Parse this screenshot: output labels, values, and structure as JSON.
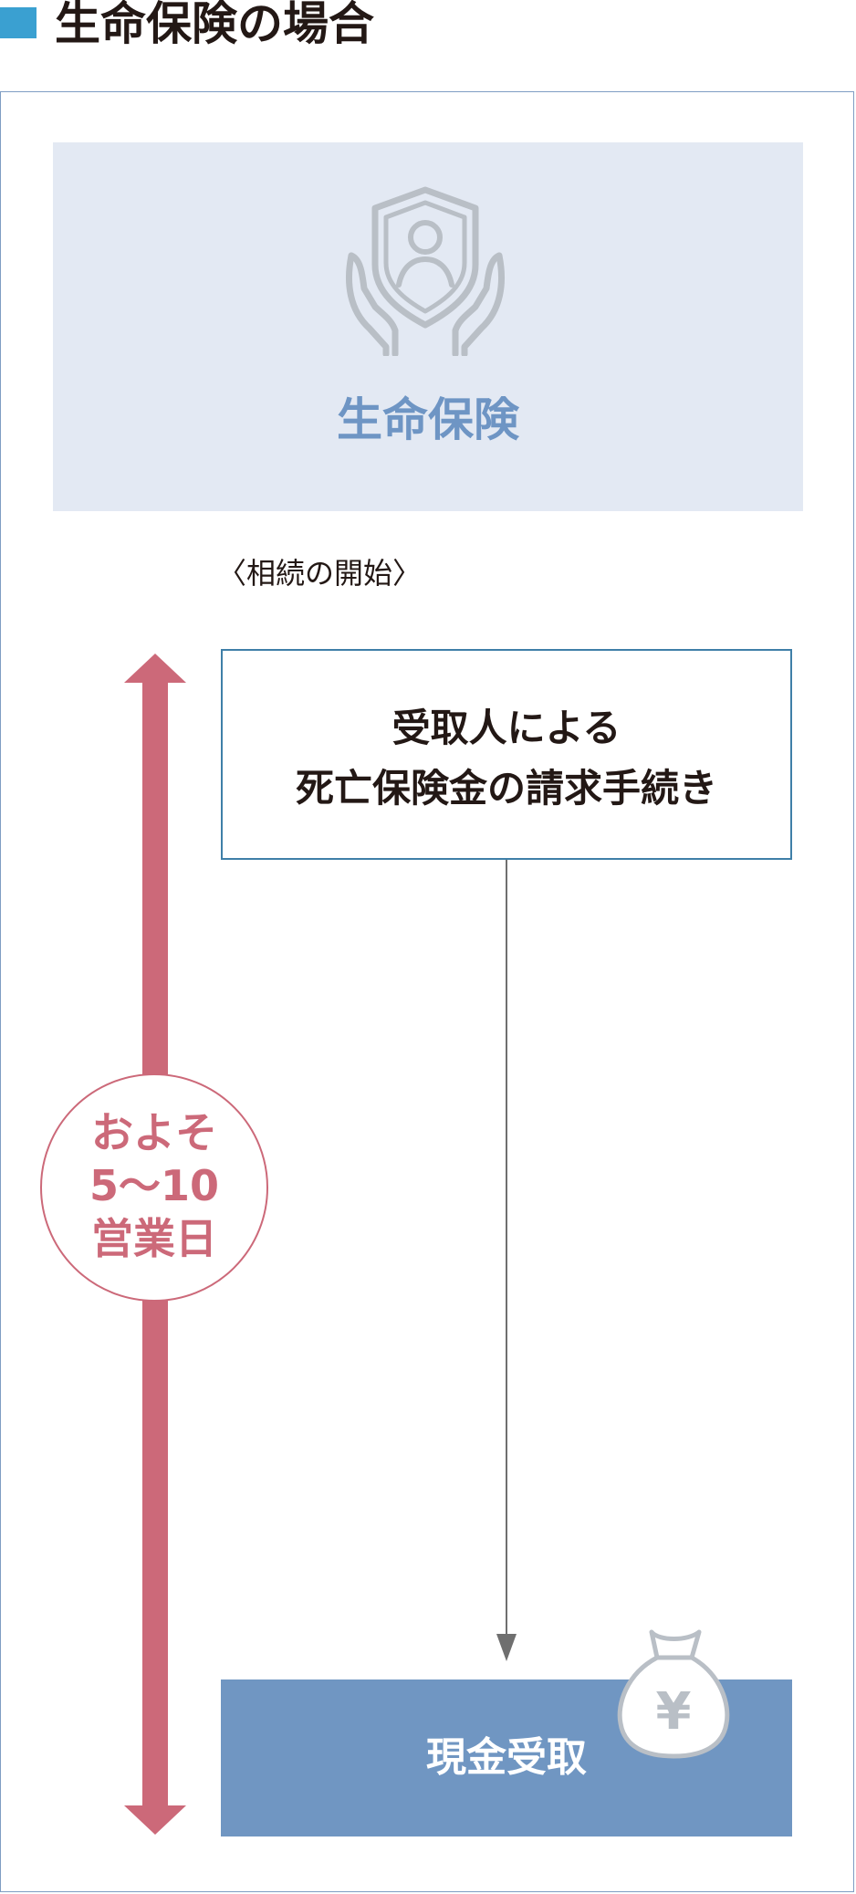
{
  "heading": {
    "title": "生命保険の場合"
  },
  "insurance_panel": {
    "icon": "shield-person-hands-icon",
    "label": "生命保険"
  },
  "start_label": "〈相続の開始〉",
  "request_box": {
    "line1": "受取人による",
    "line2": "死亡保険金の請求手続き"
  },
  "period": {
    "line1": "およそ",
    "line2": "5〜10",
    "line3": "営業日"
  },
  "cash_box": {
    "label": "現金受取",
    "icon": "money-bag-yen-icon",
    "symbol": "¥"
  },
  "colors": {
    "heading_square": "#3aa0d1",
    "panel_bg": "#e3e9f3",
    "panel_text": "#6e95c4",
    "period_accent": "#cc6979",
    "cash_bg": "#7096c2",
    "box_border": "#3f7fa8",
    "icon_gray": "#b9bfc6"
  }
}
